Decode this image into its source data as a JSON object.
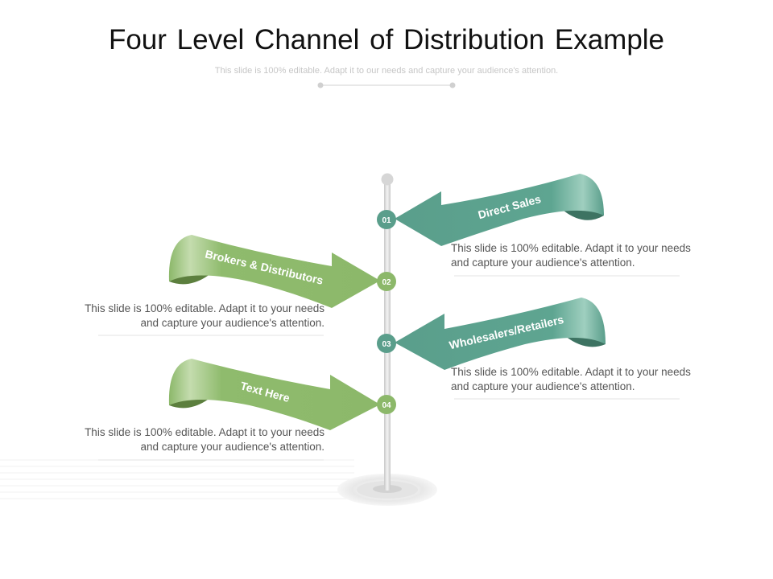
{
  "title": "Four Level Channel of Distribution Example",
  "subtitle": "This slide is 100% editable. Adapt it to our needs and capture your audience's attention.",
  "colors": {
    "teal": "#5a9e8b",
    "teal_dark": "#3d7362",
    "green": "#8cb86a",
    "green_dark": "#5c7f3e",
    "pole": "#d9d9d9",
    "text": "#555555"
  },
  "levels": [
    {
      "number": "01",
      "label": "Direct Sales",
      "description": "This slide is 100% editable. Adapt it to your needs and capture your audience's attention."
    },
    {
      "number": "02",
      "label": "Brokers & Distributors",
      "description": "This slide is 100% editable. Adapt it to your needs and capture your audience's attention."
    },
    {
      "number": "03",
      "label": "Wholesalers/Retailers",
      "description": "This slide is 100% editable. Adapt it to your needs and capture your audience's attention."
    },
    {
      "number": "04",
      "label": "Text Here",
      "description": "This slide is 100% editable. Adapt it to your needs and capture your audience's attention."
    }
  ]
}
